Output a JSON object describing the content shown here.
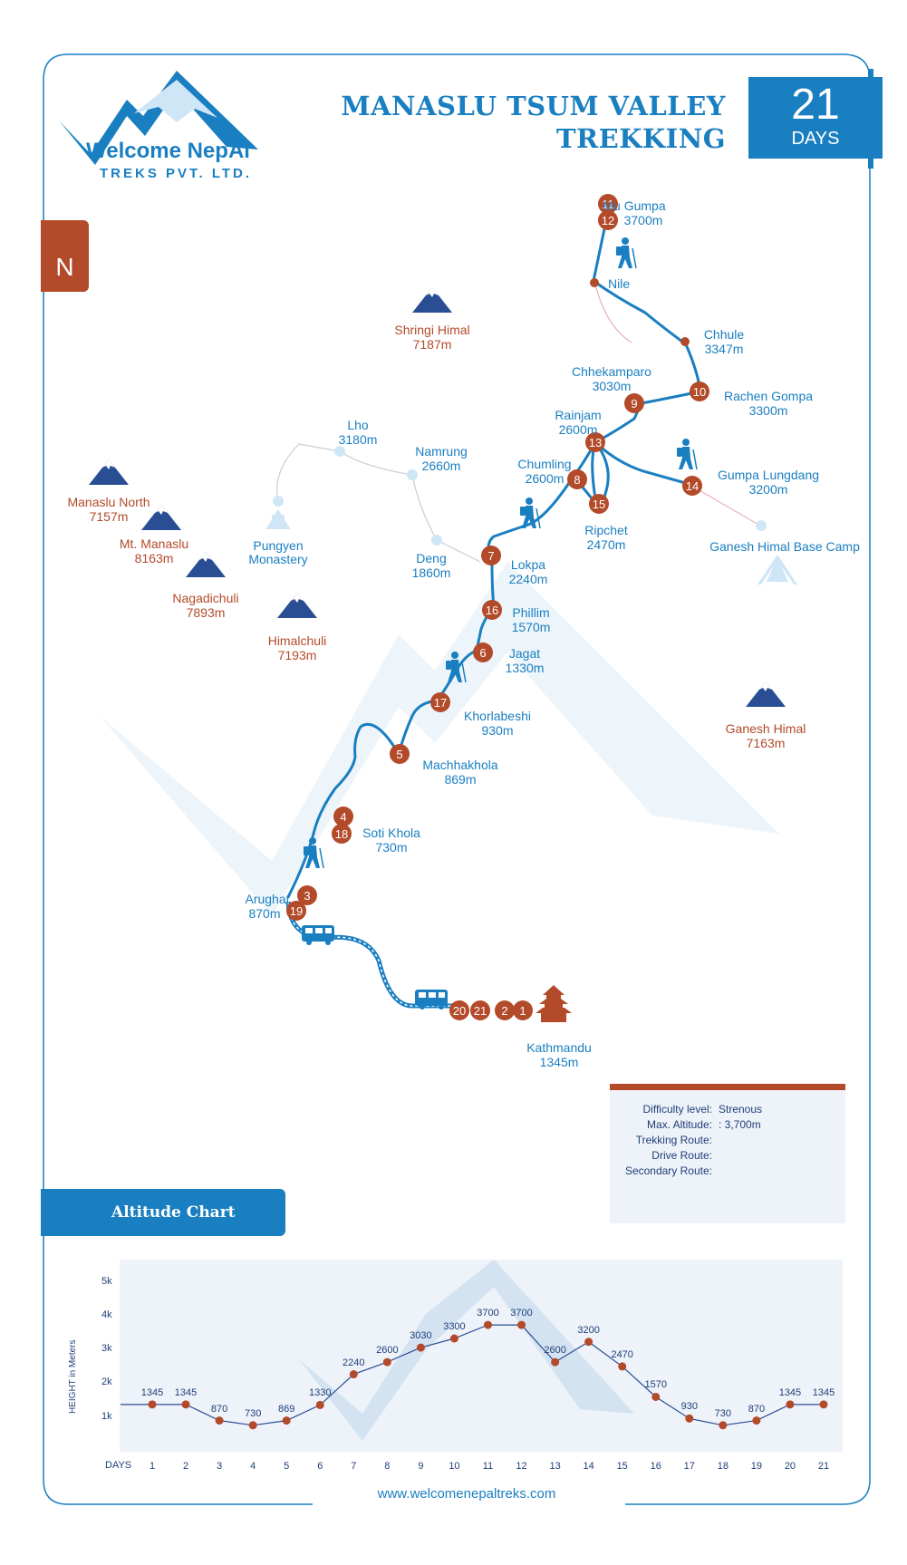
{
  "title": {
    "line1": "MANASLU TSUM VALLEY",
    "line2": "TREKKING"
  },
  "duration": {
    "number": "21",
    "unit": "DAYS"
  },
  "logo": {
    "name": "Welcome NepAl",
    "subtitle": "TREKS PVT. LTD."
  },
  "north_indicator": {
    "letter": "N",
    "icon": "north-arrow-icon"
  },
  "colors": {
    "route": "#1a7fc1",
    "accent": "#b34a2a",
    "navy": "#1f3f78",
    "panel": "#eef2f9"
  },
  "stops": [
    {
      "name": "Mu Gumpa",
      "alt": "3700m",
      "days": [
        "11",
        "12"
      ]
    },
    {
      "name": "Nile",
      "alt": "",
      "days": []
    },
    {
      "name": "Chhule",
      "alt": "3347m",
      "days": []
    },
    {
      "name": "Rachen Gompa",
      "alt": "3300m",
      "days": [
        "10"
      ]
    },
    {
      "name": "Chhekamparo",
      "alt": "3030m",
      "days": [
        "9"
      ]
    },
    {
      "name": "Rainjam",
      "alt": "2600m",
      "days": [
        "13"
      ]
    },
    {
      "name": "Chumling",
      "alt": "2600m",
      "days": [
        "8"
      ]
    },
    {
      "name": "Gumpa Lungdang",
      "alt": "3200m",
      "days": [
        "14"
      ]
    },
    {
      "name": "Ripchet",
      "alt": "2470m",
      "days": [
        "15"
      ]
    },
    {
      "name": "Lokpa",
      "alt": "2240m",
      "days": [
        "7"
      ]
    },
    {
      "name": "Phillim",
      "alt": "1570m",
      "days": [
        "16"
      ]
    },
    {
      "name": "Jagat",
      "alt": "1330m",
      "days": [
        "6"
      ]
    },
    {
      "name": "Khorlabeshi",
      "alt": "930m",
      "days": [
        "17"
      ]
    },
    {
      "name": "Machhakhola",
      "alt": "869m",
      "days": [
        "5"
      ]
    },
    {
      "name": "Soti Khola",
      "alt": "730m",
      "days": [
        "4",
        "18"
      ]
    },
    {
      "name": "Arughat",
      "alt": "870m",
      "days": [
        "3",
        "19"
      ]
    },
    {
      "name": "Kathmandu",
      "alt": "1345m",
      "days": [
        "20",
        "21",
        "2",
        "1"
      ]
    }
  ],
  "side_places": [
    {
      "name": "Lho",
      "alt": "3180m"
    },
    {
      "name": "Namrung",
      "alt": "2660m"
    },
    {
      "name": "Deng",
      "alt": "1860m"
    },
    {
      "name": "Pungyen Monastery",
      "alt": ""
    },
    {
      "name": "Ganesh Himal Base Camp",
      "alt": ""
    }
  ],
  "peaks": [
    {
      "name": "Shringi Himal",
      "alt": "7187m"
    },
    {
      "name": "Manaslu North",
      "alt": "7157m"
    },
    {
      "name": "Mt. Manaslu",
      "alt": "8163m"
    },
    {
      "name": "Nagadichuli",
      "alt": "7893m"
    },
    {
      "name": "Himalchuli",
      "alt": "7193m"
    },
    {
      "name": "Ganesh Himal",
      "alt": "7163m"
    }
  ],
  "legend": {
    "difficulty_label": "Difficulty level:",
    "difficulty_value": "Strenous",
    "max_alt_label": "Max. Altitude:",
    "max_alt_value": ": 3,700m",
    "trekking_label": "Trekking Route:",
    "drive_label": "Drive Route:",
    "secondary_label": "Secondary Route:"
  },
  "altitude_chart_tab": "Altitude Chart",
  "website": "www.welcomenepaltreks.com",
  "chart_data": {
    "type": "line",
    "title": "",
    "xlabel": "DAYS",
    "ylabel": "HEIGHT in Meters",
    "ylim": [
      0,
      5500
    ],
    "x": [
      1,
      2,
      3,
      4,
      5,
      6,
      7,
      8,
      9,
      10,
      11,
      12,
      13,
      14,
      15,
      16,
      17,
      18,
      19,
      20,
      21
    ],
    "y_ticks": [
      {
        "value": 1000,
        "label": "1k"
      },
      {
        "value": 2000,
        "label": "2k"
      },
      {
        "value": 3000,
        "label": "3k"
      },
      {
        "value": 4000,
        "label": "4k"
      },
      {
        "value": 5000,
        "label": "5k"
      }
    ],
    "series": [
      {
        "values": [
          1345,
          1345,
          870,
          730,
          869,
          1330,
          2240,
          2600,
          3030,
          3300,
          3700,
          3700,
          2600,
          3200,
          2470,
          1570,
          930,
          730,
          870,
          1345,
          1345
        ]
      }
    ],
    "grid": false
  }
}
